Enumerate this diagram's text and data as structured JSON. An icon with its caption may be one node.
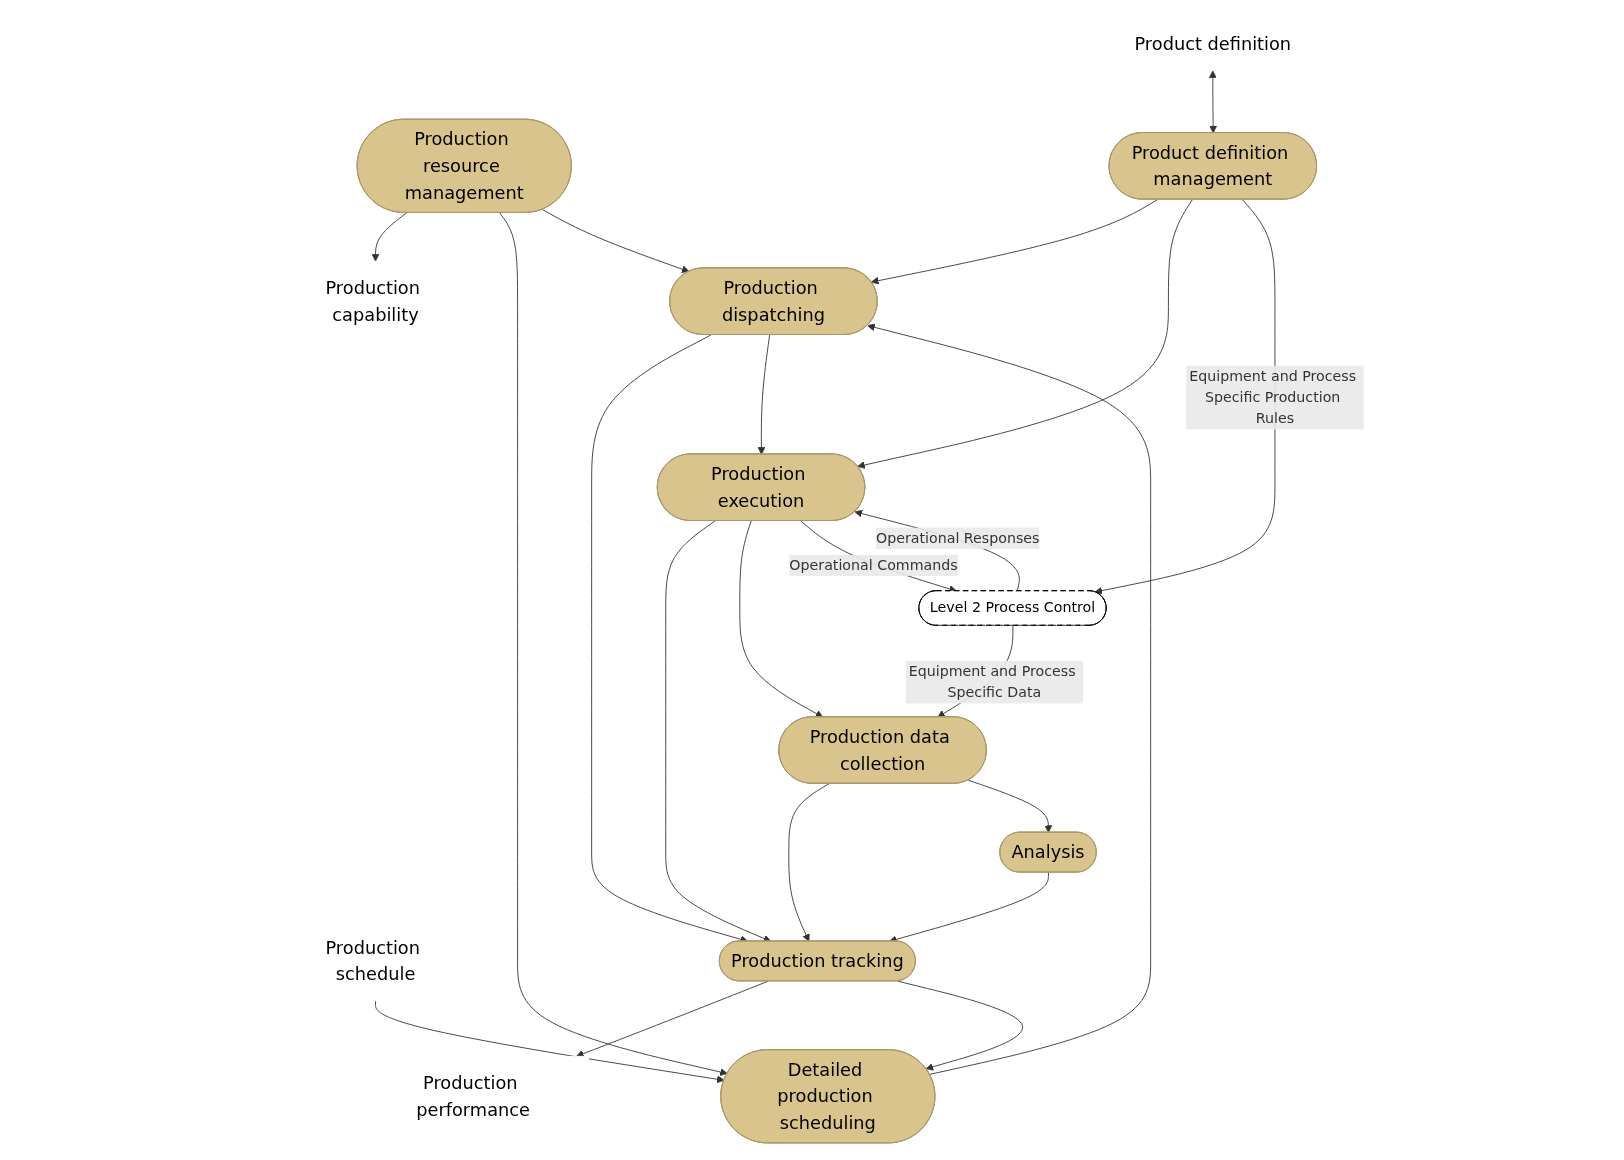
{
  "diagram": {
    "nodes": [
      {
        "text": [
          "Product definition"
        ]
      },
      {
        "text": [
          "Production capability"
        ]
      },
      {
        "text": [
          "Production schedule"
        ]
      },
      {
        "text": [
          "Production performance"
        ]
      },
      {
        "text": [
          "Detailed production scheduling"
        ]
      },
      {
        "text": [
          "Production resource management"
        ]
      },
      {
        "text": [
          "Production tracking"
        ]
      },
      {
        "text": [
          "Production dispatching"
        ]
      },
      {
        "text": [
          "Analysis"
        ]
      },
      {
        "text": [
          "Product definition management"
        ]
      },
      {
        "text": [
          "Production data collection"
        ]
      },
      {
        "text": [
          "Production execution"
        ]
      },
      {
        "text": [
          "Level 2 Process Control"
        ]
      }
    ],
    "edges": [
      {
        "from": 0,
        "to": 9,
        "arrow": "both"
      },
      {
        "from": 5,
        "to": 1,
        "arrow": "to"
      },
      {
        "from": 2,
        "to": 4,
        "arrow": "to"
      },
      {
        "from": 6,
        "to": 3,
        "arrow": "to"
      },
      {
        "from": 5,
        "to": 4,
        "arrow": "to"
      },
      {
        "from": 6,
        "to": 4,
        "arrow": "to"
      },
      {
        "from": 4,
        "to": 7,
        "arrow": "to"
      },
      {
        "from": 5,
        "to": 7,
        "arrow": "to"
      },
      {
        "from": 9,
        "to": 7,
        "arrow": "to"
      },
      {
        "from": 7,
        "to": 6,
        "arrow": "to"
      },
      {
        "from": 11,
        "to": 6,
        "arrow": "to"
      },
      {
        "from": 10,
        "to": 6,
        "arrow": "to"
      },
      {
        "from": 8,
        "to": 6,
        "arrow": "to"
      },
      {
        "from": 10,
        "to": 8,
        "arrow": "to"
      },
      {
        "from": 7,
        "to": 11,
        "arrow": "to"
      },
      {
        "from": 9,
        "to": 11,
        "arrow": "to"
      },
      {
        "from": 11,
        "to": 10,
        "arrow": "to"
      },
      {
        "from": 9,
        "to": 12,
        "arrow": "to",
        "label": "Equipment and Process Specific Production Rules"
      },
      {
        "from": 11,
        "to": 12,
        "arrow": "to",
        "label": "Operational Commands"
      },
      {
        "from": 12,
        "to": 11,
        "arrow": "to",
        "label": "Operational Responses"
      },
      {
        "from": 12,
        "to": 10,
        "arrow": "to",
        "label": "Equipment and Process Specific Data"
      }
    ]
  }
}
